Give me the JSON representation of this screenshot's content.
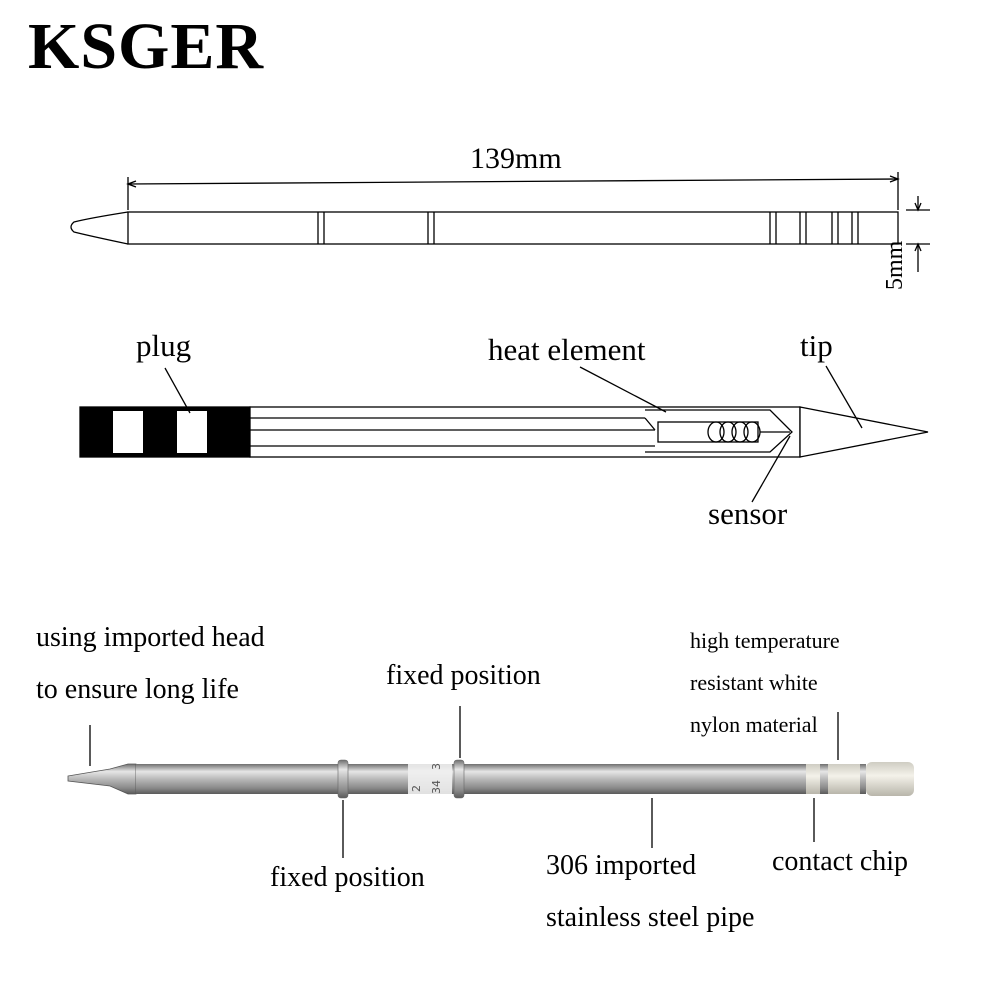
{
  "brand": "KSGER",
  "dimensions": {
    "length": "139mm",
    "diameter": "5mm"
  },
  "cross_section": {
    "plug": "plug",
    "heat_element": "heat element",
    "tip": "tip",
    "sensor": "sensor"
  },
  "photo": {
    "head_line1": "using imported head",
    "head_line2": "to ensure long life",
    "fixed_position_top": "fixed position",
    "fixed_position_bottom": "fixed position",
    "nylon_line1": "high temperature",
    "nylon_line2": "resistant white",
    "nylon_line3": "nylon material",
    "pipe_line1": "306 imported",
    "pipe_line2": "stainless steel pipe",
    "contact_chip": "contact chip",
    "marking_a": "2",
    "marking_b": "34",
    "marking_c": "3"
  }
}
